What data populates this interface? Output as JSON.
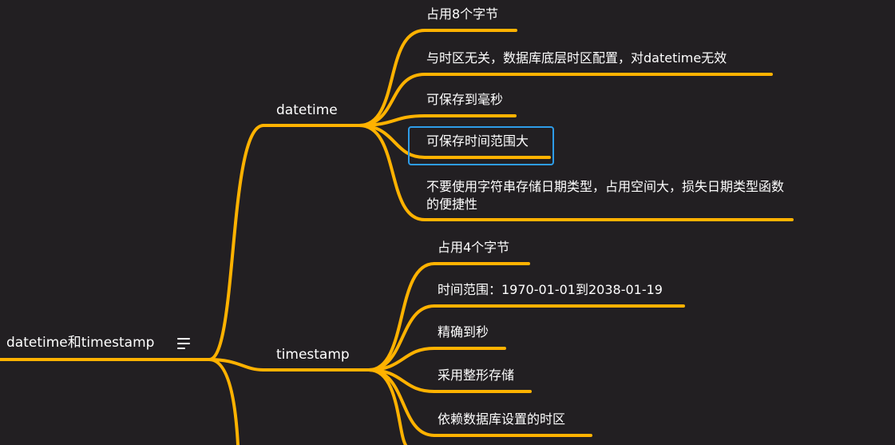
{
  "colors": {
    "background": "#221f22",
    "branch": "#ffb200",
    "text": "#ffffff",
    "selection": "#2e9ce8"
  },
  "root": {
    "label": "datetime和timestamp",
    "menu_icon": "menu-lines-icon"
  },
  "branches": [
    {
      "label": "datetime",
      "items": [
        "占用8个字节",
        "与时区无关，数据库底层时区配置，对datetime无效",
        "可保存到毫秒",
        "可保存时间范围大",
        "不要使用字符串存储日期类型，占用空间大，损失日期类型函数的便捷性"
      ],
      "selected_index": 3
    },
    {
      "label": "timestamp",
      "items": [
        "占用4个字节",
        "时间范围：1970-01-01到2038-01-19",
        "精确到秒",
        "采用整形存储",
        "依赖数据库设置的时区"
      ]
    }
  ]
}
